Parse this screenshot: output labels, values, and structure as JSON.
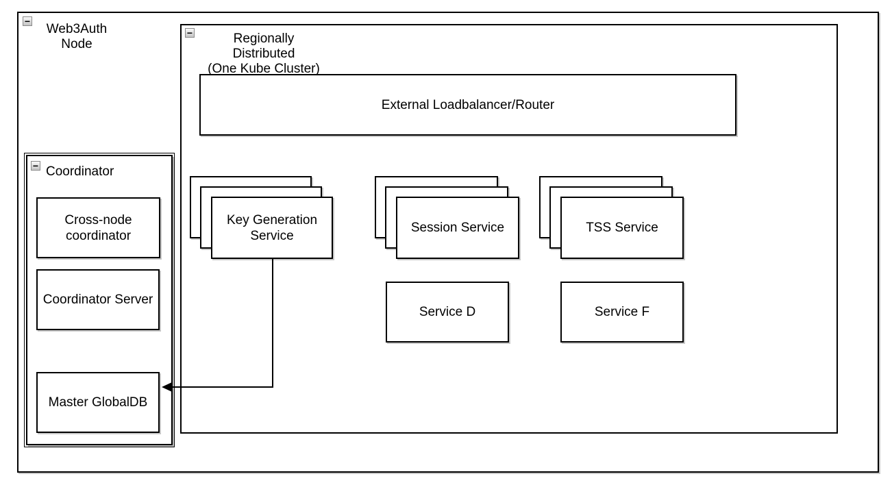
{
  "app": {
    "type": "diagram-canvas",
    "background": "#ffffff"
  },
  "icons": {
    "collapse_glyph": "−"
  },
  "styles": {
    "shape_fill": "#ffffff",
    "shape_stroke": "#000000",
    "label_color": "#000000",
    "shadow_color": "#bdbdbd"
  },
  "containers": {
    "web3auth_node": {
      "title": "Web3Auth\nNode"
    },
    "regionally_distributed": {
      "title": "Regionally Distributed\n(One Kube Cluster)"
    },
    "coordinator": {
      "title": "Coordinator"
    }
  },
  "nodes": {
    "external_loadbalancer": {
      "label": "External Loadbalancer/Router"
    },
    "key_generation_service": {
      "label": "Key Generation\nService",
      "stacked_copies": 3
    },
    "session_service": {
      "label": "Session Service",
      "stacked_copies": 3
    },
    "tss_service": {
      "label": "TSS Service",
      "stacked_copies": 3
    },
    "service_d": {
      "label": "Service D"
    },
    "service_f": {
      "label": "Service F"
    },
    "cross_node_coordinator": {
      "label": "Cross-node\ncoordinator"
    },
    "coordinator_server": {
      "label": "Coordinator Server"
    },
    "master_globaldb": {
      "label": "Master GlobalDB"
    }
  },
  "edges": [
    {
      "from": "key_generation_service",
      "to": "master_globaldb",
      "type": "orthogonal",
      "arrowhead": "filled-triangle"
    }
  ]
}
